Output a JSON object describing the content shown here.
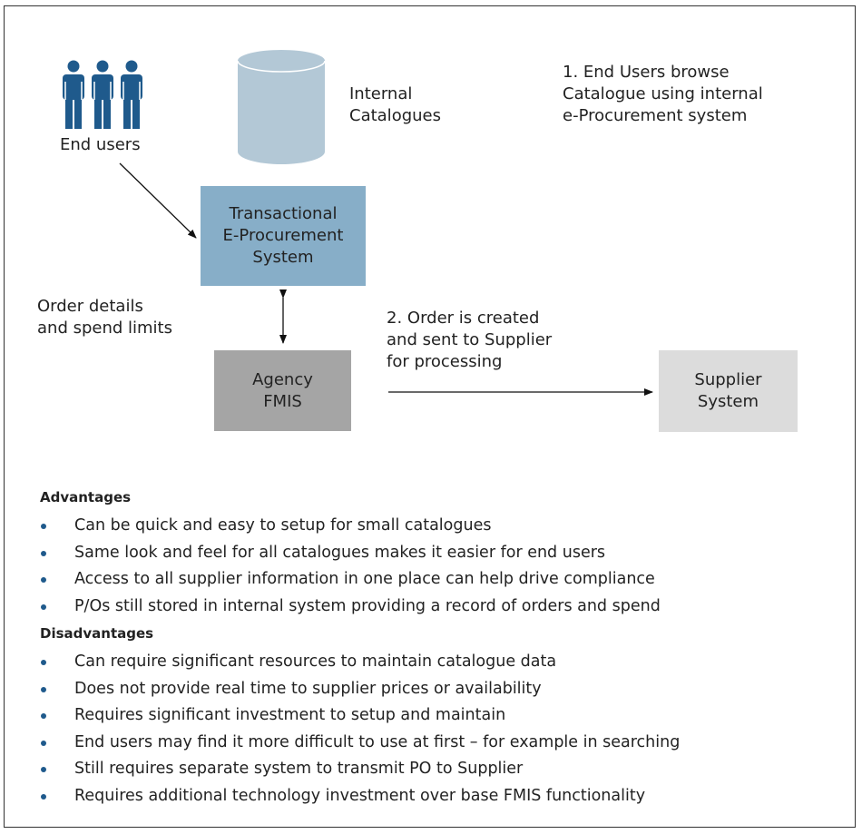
{
  "diagram": {
    "end_users_label": "End users",
    "internal_catalogues_label": [
      "Internal",
      "Catalogues"
    ],
    "step1_note": [
      "1.  End Users browse",
      "Catalogue using internal",
      "e-Procurement system"
    ],
    "transactional_box": [
      "Transactional",
      "E-Procurement",
      "System"
    ],
    "order_details_note": [
      "Order details",
      "and spend limits"
    ],
    "step2_note": [
      "2.  Order is created",
      "and sent to Supplier",
      "for processing"
    ],
    "agency_box": [
      "Agency",
      "FMIS"
    ],
    "supplier_box": [
      "Supplier",
      "System"
    ],
    "colors": {
      "people_icon": "#1f5a8c",
      "cylinder": "#b3c8d6",
      "transactional_box": "#87aec8",
      "agency_box": "#a5a5a5",
      "supplier_box": "#dcdcdc",
      "bullet": "#1f5a8c"
    }
  },
  "advantages": {
    "heading": "Advantages",
    "items": [
      "Can be quick and easy to setup for small catalogues",
      "Same look and feel for all catalogues makes it easier for end users",
      "Access to all supplier information in one place can help drive compliance",
      "P/Os still stored in internal system providing a record of orders and spend"
    ]
  },
  "disadvantages": {
    "heading": "Disadvantages",
    "items": [
      "Can require significant resources to maintain catalogue data",
      "Does not provide real time to supplier prices or availability",
      "Requires significant investment to setup and maintain",
      "End users may find it more difficult to use at first – for example in searching",
      "Still requires separate system to transmit PO to Supplier",
      "Requires additional technology investment over base FMIS functionality"
    ]
  }
}
